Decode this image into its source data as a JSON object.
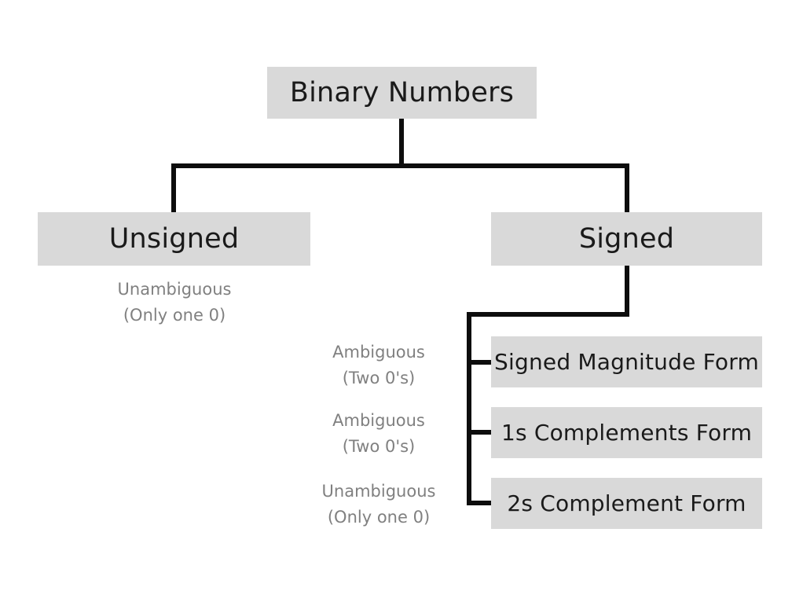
{
  "diagram": {
    "title": "Binary Numbers",
    "background_color": "#ffffff",
    "node_fill_color": "#d9d9d9",
    "node_text_color": "#1a1a1a",
    "annotation_text_color": "#808080",
    "connector_color": "#0d0d0d",
    "root": {
      "label": "Binary Numbers"
    },
    "branches": [
      {
        "label": "Unsigned",
        "annotation_line1": "Unambiguous",
        "annotation_line2": "(Only one 0)"
      },
      {
        "label": "Signed"
      }
    ],
    "signed_forms": [
      {
        "label": "Signed Magnitude Form",
        "annotation_line1": "Ambiguous",
        "annotation_line2": "(Two 0's)"
      },
      {
        "label": "1s Complements Form",
        "annotation_line1": "Ambiguous",
        "annotation_line2": "(Two 0's)"
      },
      {
        "label": "2s Complement Form",
        "annotation_line1": "Unambiguous",
        "annotation_line2": "(Only one 0)"
      }
    ]
  }
}
